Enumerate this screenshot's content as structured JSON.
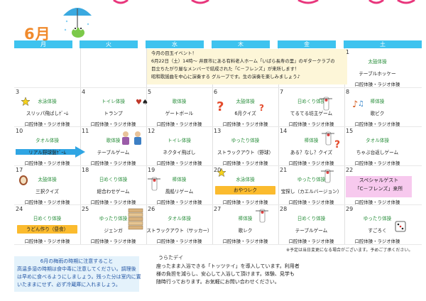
{
  "header": {
    "month": "6月",
    "days": [
      "月",
      "火",
      "水",
      "木",
      "金",
      "土"
    ]
  },
  "notice": {
    "lines": [
      "今月の目玉イベント！",
      "6月22日（土）14時～  井原市にある有料老人ホーム「いばら長寿の里」のギタークラブの",
      "目立ちたがり屋なメンバーで結成された「C－フレンズ」が来所します！",
      "昭和歌謡曲を中心に演奏する グループです。生の演奏を楽しみましょう♪"
    ]
  },
  "special_guest": {
    "title": "スペシャルゲスト",
    "subtitle": "「C－フレンズ」来所"
  },
  "cells": [
    {
      "day": "1",
      "activity": "太鼓体操",
      "event": "テーブルホッケー",
      "bottom": "口腔体操・ラジオ体操"
    },
    {
      "day": "3",
      "activity": "水泳体操",
      "event": "スリッパ飛ばしｹﾞｰﾑ",
      "bottom": "口腔体操・ラジオ体操"
    },
    {
      "day": "4",
      "activity": "トイレ体操",
      "event": "トランプ",
      "bottom": "口腔体操・ラジオ体操"
    },
    {
      "day": "5",
      "activity": "歌体操",
      "event": "ゲートボール",
      "bottom": "口腔体操・ラジオ体操"
    },
    {
      "day": "6",
      "activity": "太鼓体操",
      "event": "6月クイズ",
      "bottom": "口腔体操・ラジオ体操"
    },
    {
      "day": "7",
      "activity": "日めくり体操",
      "event": "てるてる坊主ゲーム",
      "bottom": "口腔体操・ラジオ体操"
    },
    {
      "day": "8",
      "activity": "棒体操",
      "event": "歌ビク",
      "bottom": "口腔体操・ラジオ体操"
    },
    {
      "day": "10",
      "activity": "タオル体操",
      "event": "リアル野球盤ｹﾞｰﾑ",
      "bottom": "口腔体操・ラジオ体操"
    },
    {
      "day": "11",
      "activity": "歌体操",
      "event": "テーブルゲーム",
      "bottom": "口腔体操・ラジオ体操"
    },
    {
      "day": "12",
      "activity": "トイレ体操",
      "event": "ネクタイ飛ばし",
      "bottom": "口腔体操・ラジオ体操"
    },
    {
      "day": "13",
      "activity": "ゆったり体操",
      "event": "ストラックアウト（野球）",
      "bottom": "口腔体操・ラジオ体操"
    },
    {
      "day": "14",
      "activity": "棒体操",
      "event": "ある？なし？クイズ",
      "bottom": "口腔体操・ラジオ体操"
    },
    {
      "day": "15",
      "activity": "タオル体操",
      "event": "ちゃぶ台返しゲーム",
      "bottom": "口腔体操・ラジオ体操"
    },
    {
      "day": "17",
      "activity": "太鼓体操",
      "event": "三択クイズ",
      "bottom": "口腔体操・ラジオ体操"
    },
    {
      "day": "18",
      "activity": "日めくり体操",
      "event": "総合わせゲーム",
      "bottom": "口腔体操・ラジオ体操"
    },
    {
      "day": "19",
      "activity": "棒体操",
      "event": "風船リゲーム",
      "bottom": "口腔体操・ラジオ体操"
    },
    {
      "day": "20",
      "activity": "水泳体操",
      "event": "おやつレク",
      "bottom": "口腔体操・ラジオ体操"
    },
    {
      "day": "21",
      "activity": "ゆったり体操",
      "event": "宝探し（カエルバージョン）",
      "bottom": "口腔体操・ラジオ体操"
    },
    {
      "day": "22",
      "activity": "",
      "event": "",
      "bottom": "口腔体操・ラジオ体操"
    },
    {
      "day": "24",
      "activity": "日めくり体操",
      "event": "うどん作り（昼食）",
      "bottom": "口腔体操・ラジオ体操"
    },
    {
      "day": "25",
      "activity": "ゆったり体操",
      "event": "ジェンガ",
      "bottom": "口腔体操・ラジオ体操"
    },
    {
      "day": "26",
      "activity": "タオル体操",
      "event": "ストラックアウト（サッカー）",
      "bottom": "口腔体操・ラジオ体操"
    },
    {
      "day": "27",
      "activity": "棒体操",
      "event": "歌レク",
      "bottom": "口腔体操・ラジオ体操"
    },
    {
      "day": "28",
      "activity": "日めくり体操",
      "event": "テーブルゲーム",
      "bottom": "口腔体操・ラジオ体操"
    },
    {
      "day": "29",
      "activity": "ゆったり体操",
      "event": "すごろく",
      "bottom": "口腔体操・ラジオ体操"
    }
  ],
  "footnote": "※予定は当日変更になる場合がございます。予めご了承ください。",
  "left_notice": {
    "lines": [
      "6月の梅雨の時期に注意すること",
      "高温多湿の時期は食中毒に注意してください。調理後",
      "は早めに食べるようにしましょう。残った分は室内に置",
      "いたままにせず、必ず冷蔵庫に入れましょう。"
    ]
  },
  "right_notice": {
    "title": "うらたデイ",
    "lines": [
      "座ったまま入浴できる「トッツテイ」を導入しています。利用者",
      "様の負担を減らし、安心して入浴して頂けます。体験、見学も",
      "随時行っております。お気軽にお問い合わせください。"
    ]
  },
  "colors": {
    "daybar": "#3ec3ef",
    "activity_text": "#2a8f3c",
    "notice_bg": "#fdf6d8",
    "event_highlight": "#fbbb2e",
    "special_guest_bg": "#f7c9ee",
    "left_notice_bg": "#e4f2fb",
    "month_label": "#f08a2c"
  }
}
